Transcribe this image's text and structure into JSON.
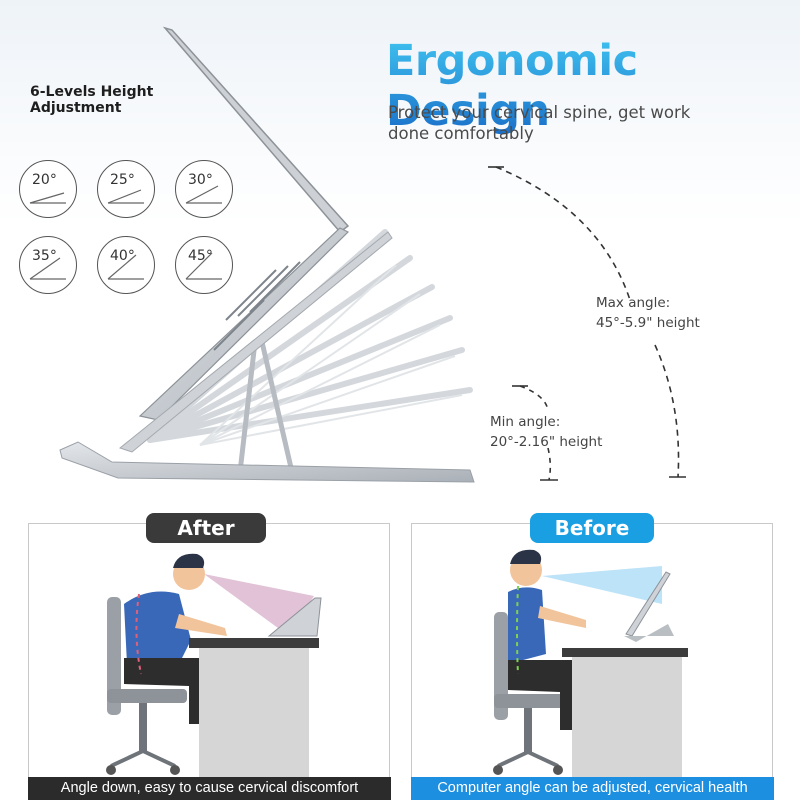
{
  "header": {
    "title": "Ergonomic Design",
    "subtitle": "Protect your cervical spine, get work done comfortably"
  },
  "levels": {
    "heading": "6-Levels Height Adjustment",
    "angles": [
      "20°",
      "25°",
      "30°",
      "35°",
      "40°",
      "45°"
    ]
  },
  "annotations": {
    "max_label": "Max angle:",
    "max_value": "45°-5.9\" height",
    "min_label": "Min angle:",
    "min_value": "20°-2.16\" height"
  },
  "comparison": {
    "after": {
      "badge": "After",
      "caption": "Angle down, easy to cause cervical discomfort",
      "badge_color": "#3a3a3a",
      "caption_color": "#2b2b2b",
      "view_cone_color": "#c98fb6"
    },
    "before": {
      "badge": "Before",
      "caption": "Computer angle can be adjusted, cervical health",
      "badge_color": "#1a9fe3",
      "caption_color": "#1d8fe0",
      "view_cone_color": "#8fd0f2"
    }
  },
  "colors": {
    "title_gradient_top": "#3fc2ef",
    "title_gradient_bottom": "#1a6fc9",
    "stand_silver": "#c8ccd1"
  }
}
